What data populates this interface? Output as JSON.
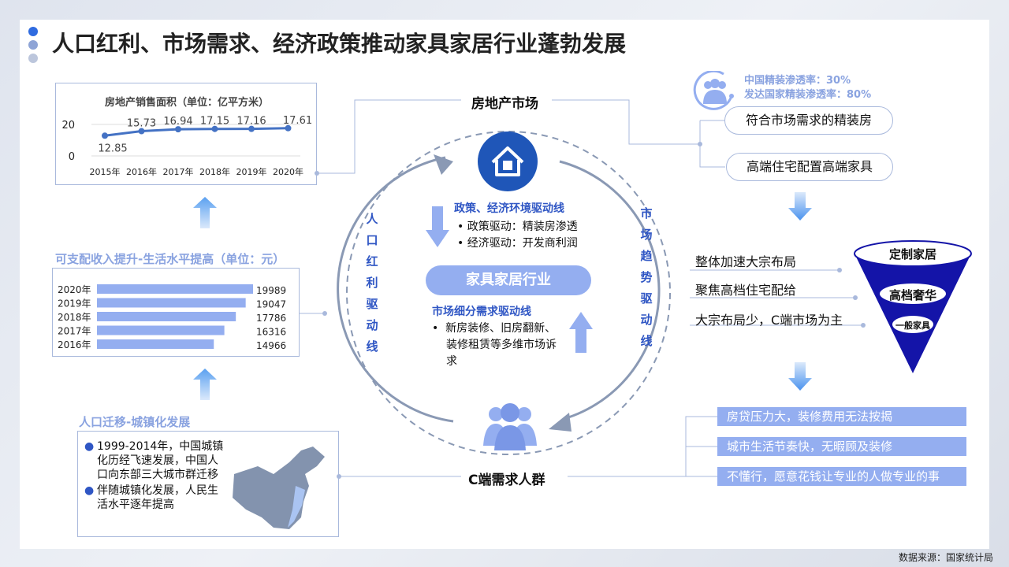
{
  "title": "人口红利、市场需求、经济政策推动家具家居行业蓬勃发展",
  "source": "数据来源：国家统计局",
  "chart_data": [
    {
      "type": "line",
      "title": "房地产销售面积（单位：亿平方米）",
      "categories": [
        "2015年",
        "2016年",
        "2017年",
        "2018年",
        "2019年",
        "2020年"
      ],
      "values": [
        12.85,
        15.73,
        16.94,
        17.15,
        17.16,
        17.61
      ],
      "value_labels": [
        "12.85",
        "15.73",
        "16.94",
        "17.15",
        "17.16",
        "17.61"
      ],
      "yticks": [
        "0",
        "20"
      ],
      "ylim": [
        0,
        20
      ],
      "grid": true
    },
    {
      "type": "bar",
      "title": "可支配收入提升-生活水平提高（单位：元）",
      "categories": [
        "2020年",
        "2019年",
        "2018年",
        "2017年",
        "2016年"
      ],
      "values": [
        19989,
        19047,
        17786,
        16316,
        14966
      ],
      "value_labels": [
        "19989",
        "19047",
        "17786",
        "16316",
        "14966"
      ]
    }
  ],
  "left": {
    "migration_title": "人口迁移-城镇化发展",
    "bullets": [
      "1999-2014年，中国城镇化历经飞速发展，中国人口向东部三大城市群迁移",
      "伴随城镇化发展，人民生活水平逐年提高"
    ]
  },
  "center": {
    "real_estate": "房地产市场",
    "consumers": "C端需求人群",
    "industry": "家具家居行业",
    "policy_title": "政策、经济环境驱动线",
    "policy_items": [
      "政策驱动：精装房渗透",
      "经济驱动：开发商利润"
    ],
    "market_title": "市场细分需求驱动线",
    "market_items": [
      "新房装修、旧房翻新、装修租赁等多维市场诉求"
    ],
    "left_arc": [
      "人",
      "口",
      "红",
      "利",
      "驱",
      "动",
      "线"
    ],
    "right_arc": [
      "市",
      "场",
      "趋",
      "势",
      "驱",
      "动",
      "线"
    ]
  },
  "right": {
    "rate_cn": "中国精装渗透率：30%",
    "rate_dev": "发达国家精装渗透率：80%",
    "pills": [
      "符合市场需求的精装房",
      "高端住宅配置高端家具"
    ],
    "lines": [
      "整体加速大宗布局",
      "聚焦高档住宅配给",
      "大宗布局少，C端市场为主"
    ],
    "funnel": [
      "定制家居",
      "高档奢华",
      "一般家具"
    ],
    "reasons": [
      "房贷压力大，装修费用无法按揭",
      "城市生活节奏快，无暇顾及装修",
      "不懂行，愿意花钱让专业的人做专业的事"
    ]
  },
  "colors": {
    "accent": "#2f56c4",
    "light": "#94aef0",
    "navy": "#1414a8",
    "circle": "#8a99b4"
  }
}
